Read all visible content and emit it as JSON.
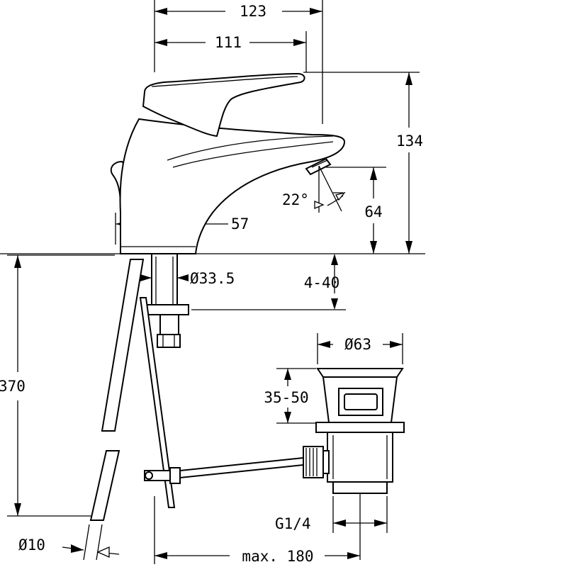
{
  "dimensions": {
    "overall_width": "123",
    "spout_reach": "111",
    "total_height": "134",
    "base_width": "57",
    "spout_height": "64",
    "tilt_angle": "22°",
    "shank_diameter": "Ø33.5",
    "deck_thickness": "4-40",
    "waste_diameter": "Ø63",
    "waste_height": "35-50",
    "rod_length": "370",
    "thread": "G1/4",
    "rod_diameter": "Ø10",
    "max_reach": "max. 180"
  }
}
